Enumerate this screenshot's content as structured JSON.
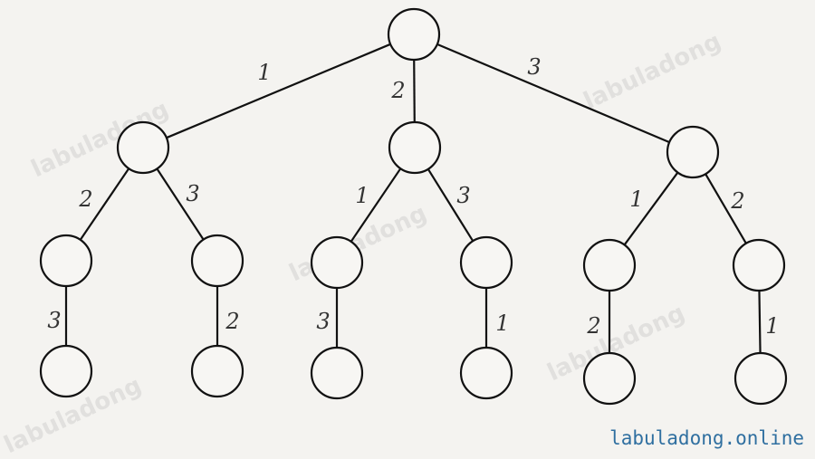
{
  "tree": {
    "children": [
      {
        "edge": "1",
        "children": [
          {
            "edge": "2",
            "children": [
              {
                "edge": "3"
              }
            ]
          },
          {
            "edge": "3",
            "children": [
              {
                "edge": "2"
              }
            ]
          }
        ]
      },
      {
        "edge": "2",
        "children": [
          {
            "edge": "1",
            "children": [
              {
                "edge": "3"
              }
            ]
          },
          {
            "edge": "3",
            "children": [
              {
                "edge": "1"
              }
            ]
          }
        ]
      },
      {
        "edge": "3",
        "children": [
          {
            "edge": "1",
            "children": [
              {
                "edge": "2"
              }
            ]
          },
          {
            "edge": "2",
            "children": [
              {
                "edge": "1"
              }
            ]
          }
        ]
      }
    ]
  },
  "watermark": "labuladong",
  "site": "labuladong.online",
  "colors": {
    "stroke": "#111111",
    "site": "#2f6fa0"
  }
}
